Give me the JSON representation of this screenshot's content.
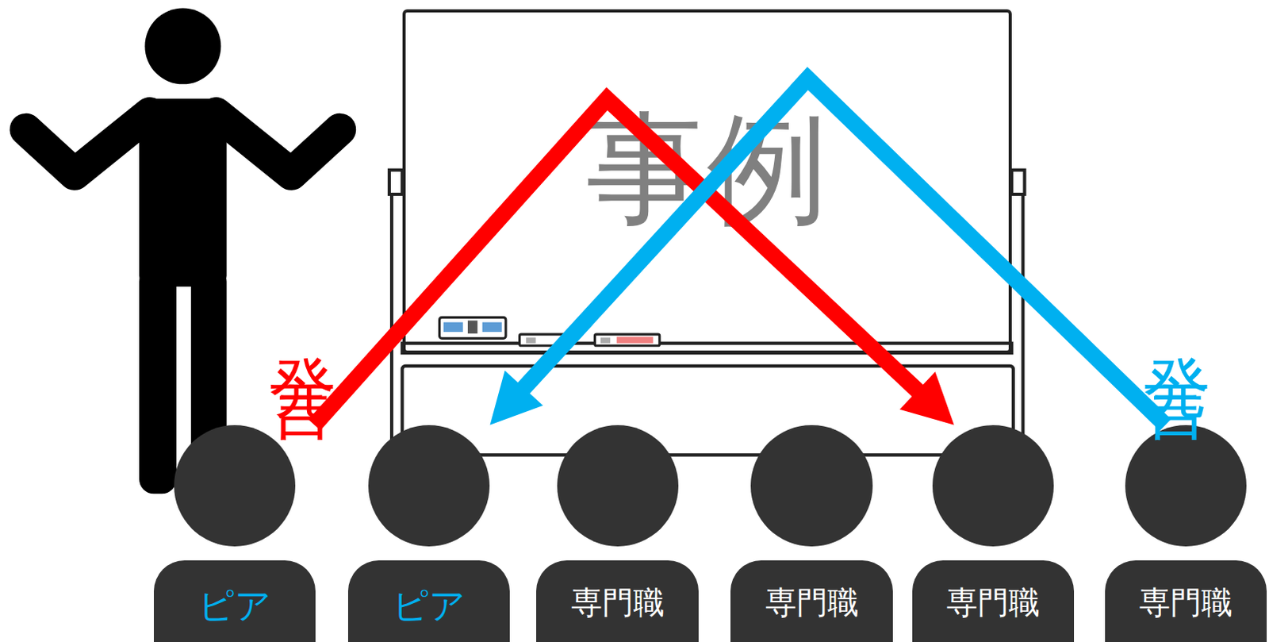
{
  "diagram": {
    "nodes": [
      {
        "text": [
          "事例"
        ]
      },
      {
        "text": [
          "ピア"
        ]
      },
      {
        "text": [
          "ピア"
        ]
      },
      {
        "text": [
          "専門職"
        ]
      },
      {
        "text": [
          "専門職"
        ]
      },
      {
        "text": [
          "専門職"
        ]
      },
      {
        "text": [
          "専門職"
        ]
      }
    ],
    "edges": [
      {
        "from": 1,
        "to": 5,
        "arrow": "to",
        "label": "発言"
      },
      {
        "from": 6,
        "to": 2,
        "arrow": "to",
        "label": "発言"
      }
    ]
  }
}
